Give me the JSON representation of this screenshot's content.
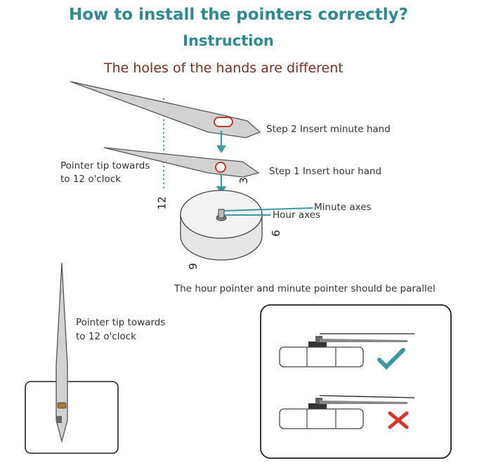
{
  "header": {
    "title": "How to install the pointers correctly?",
    "subtitle": "Instruction",
    "note": "The  holes of the hands are different"
  },
  "labels": {
    "step2": "Step 2 Insert minute hand",
    "step1": "Step 1 Insert hour hand",
    "pointer_tip_1": "Pointer tip towards",
    "pointer_tip_1b": "to 12 o'clock",
    "minute_axes": "Minute axes",
    "hour_axes": "Hour axes",
    "parallel_note": "The hour pointer and minute pointer should be parallel",
    "pointer_tip_2": "Pointer tip towards",
    "pointer_tip_2b": "to 12 o'clock"
  },
  "dial_numbers": {
    "twelve": "12",
    "three": "3",
    "six": "6",
    "nine": "9"
  },
  "colors": {
    "accent": "#2e8b8b",
    "note": "#7a2e22",
    "correct": "#3a9aa0",
    "wrong": "#d9362b",
    "hole": "#c0392b"
  },
  "icons": {
    "correct": "check-icon",
    "wrong": "cross-icon"
  }
}
